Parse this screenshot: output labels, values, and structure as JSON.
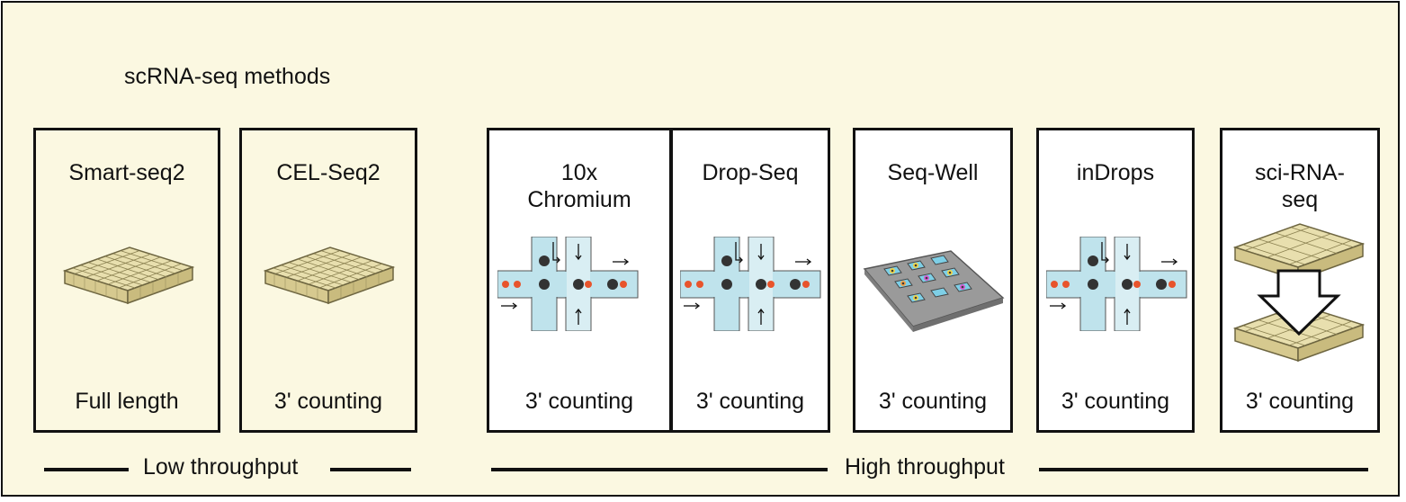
{
  "title": "scRNA-seq methods",
  "methods": [
    {
      "name": "Smart-seq2",
      "kind": "Full length",
      "group": "low",
      "icon": "plate-icon"
    },
    {
      "name": "CEL-Seq2",
      "kind": "3' counting",
      "group": "low",
      "icon": "plate-icon"
    },
    {
      "name": "10x\nChromium",
      "kind": "3' counting",
      "group": "high",
      "icon": "microfluidic-junction-icon"
    },
    {
      "name": "Drop-Seq",
      "kind": "3' counting",
      "group": "high",
      "icon": "microfluidic-junction-icon"
    },
    {
      "name": "Seq-Well",
      "kind": "3' counting",
      "group": "high",
      "icon": "picowell-array-icon"
    },
    {
      "name": "inDrops",
      "kind": "3' counting",
      "group": "high",
      "icon": "microfluidic-junction-icon"
    },
    {
      "name": "sci-RNA-\nseq",
      "kind": "3' counting",
      "group": "high",
      "icon": "stacked-plates-arrow-icon"
    }
  ],
  "groups": {
    "low": "Low throughput",
    "high": "High throughput"
  },
  "colors": {
    "background": "#fbf8e1",
    "channel": "#bfe3ec",
    "bead": "#333333",
    "droplet_cell": "#e8542c",
    "plate": "#d8cc98"
  }
}
